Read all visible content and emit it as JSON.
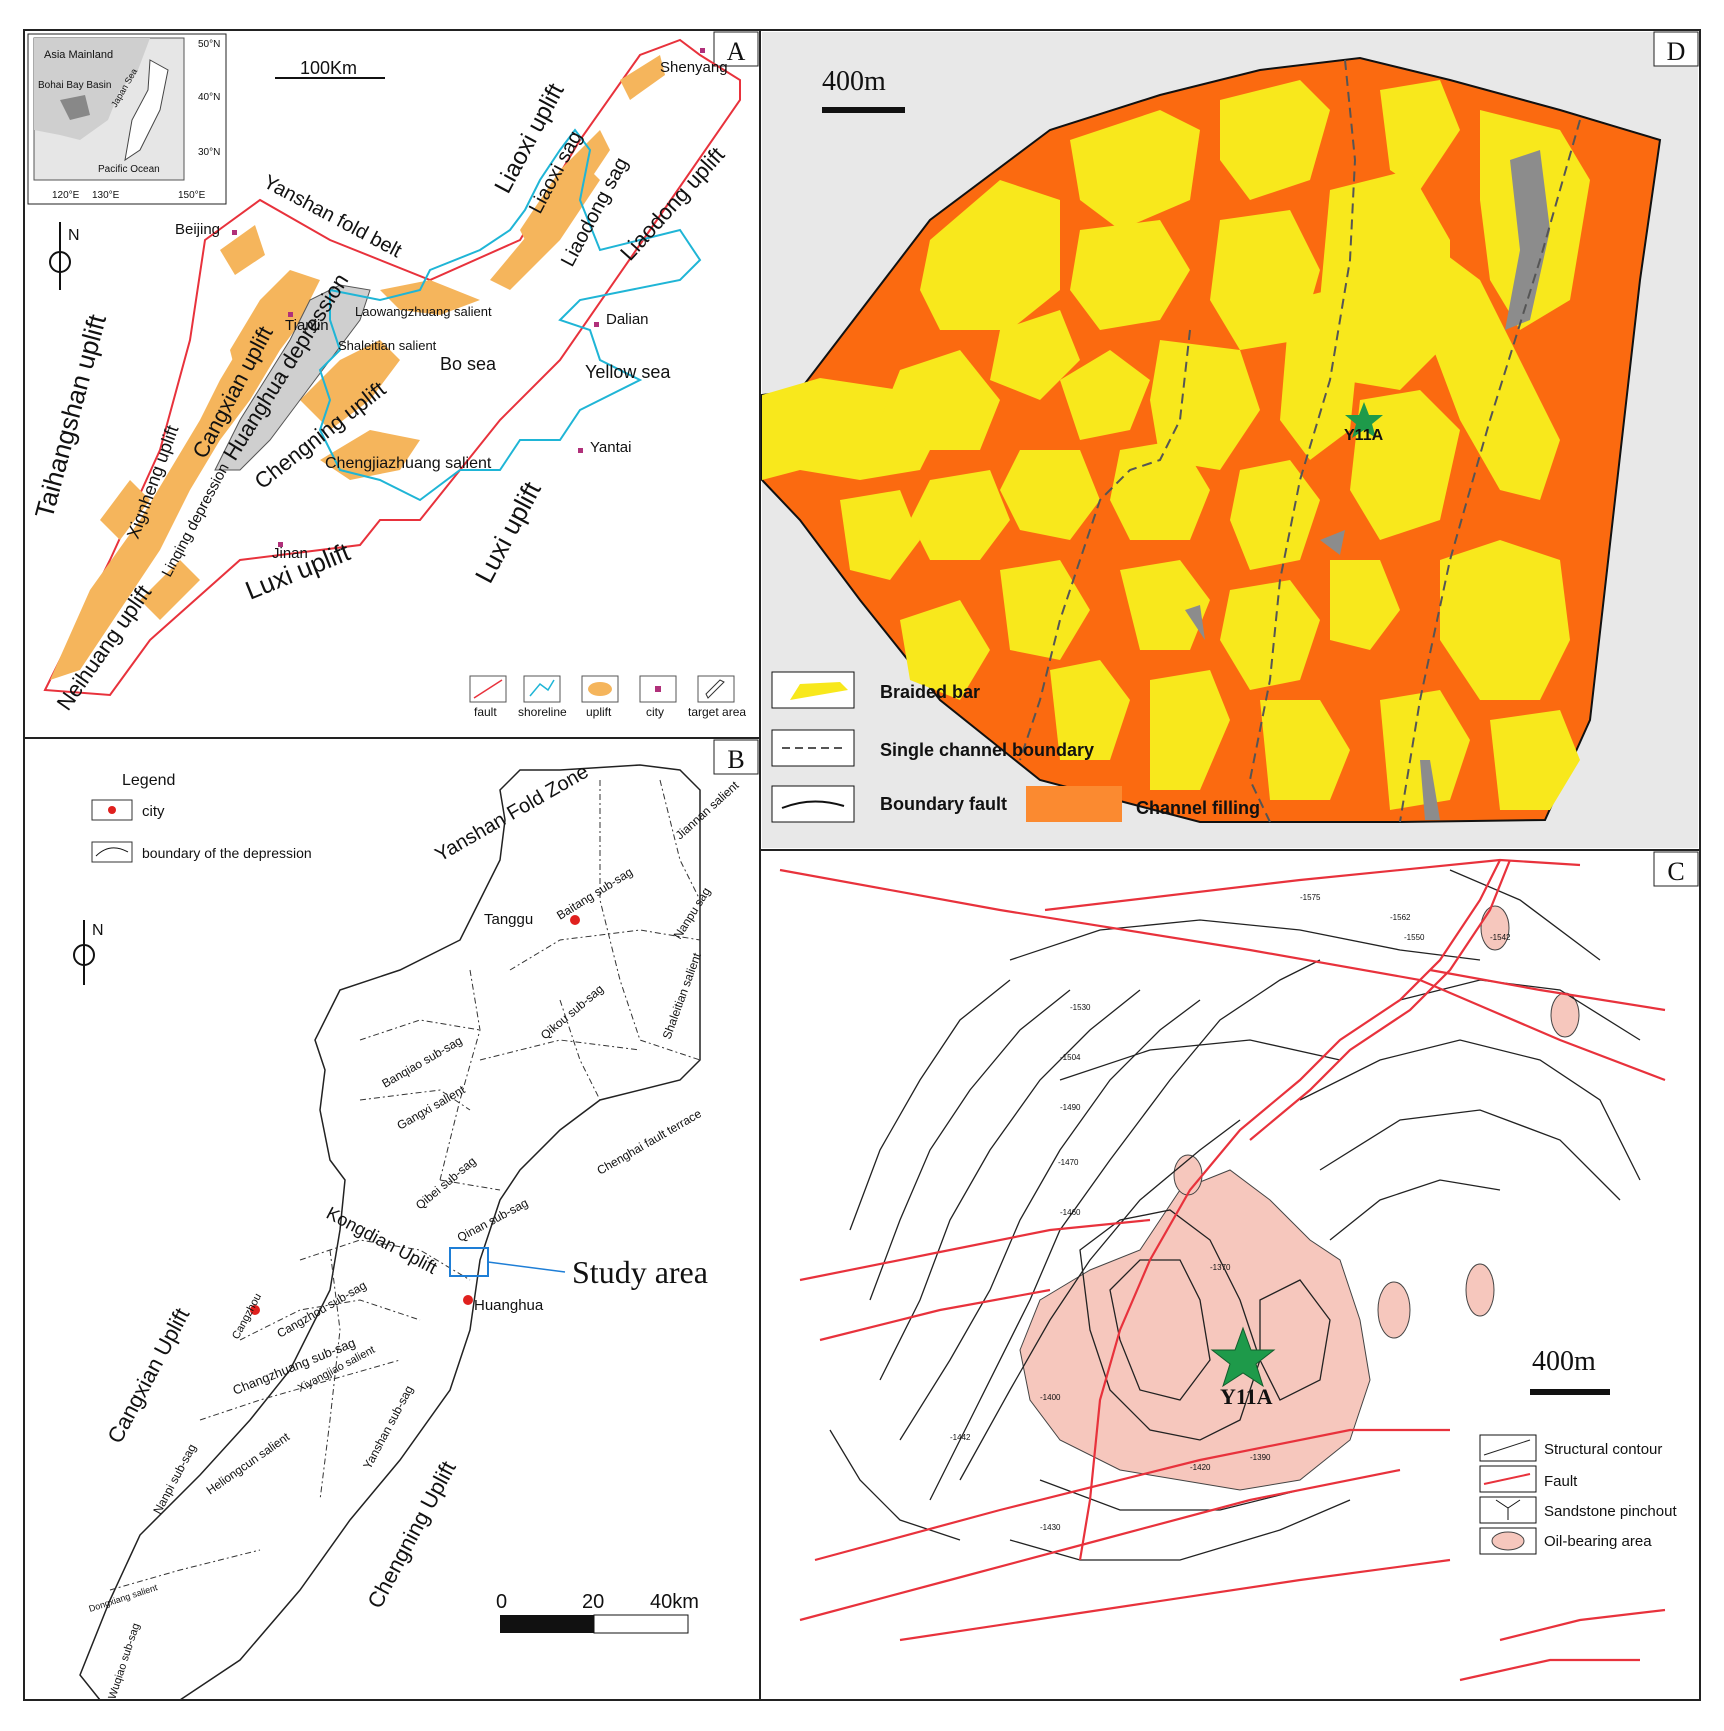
{
  "panel_a": {
    "letter": "A",
    "scale_label": "100Km",
    "inset": {
      "asia": "Asia Mainland",
      "bohai": "Bohai Bay Basin",
      "japan_sea": "Japan Sea",
      "pacific": "Pacific Ocean",
      "lat": [
        "50°N",
        "40°N",
        "30°N"
      ],
      "lon": [
        "120°E",
        "130°E",
        "150°E"
      ]
    },
    "north": "N",
    "regions": [
      "Liaoxi uplift",
      "Liaoxi sag",
      "Liaodong sag",
      "Liaodong uplift",
      "Yanshan fold belt",
      "Taihangshan uplift",
      "Xignheng uplift",
      "Cangxian uplift",
      "Huanghua depression",
      "Chengning uplift",
      "Linqing depression",
      "Neihuang uplift",
      "Luxi uplift",
      "Luxi uplift",
      "Laowangzhuang salient",
      "Shaleitian salient",
      "Chengjiazhuang salient",
      "Bo sea",
      "Yellow sea"
    ],
    "cities": [
      "Shenyang",
      "Beijing",
      "Tianjin",
      "Dalian",
      "Yantai",
      "Jinan"
    ],
    "legend": [
      "fault",
      "shoreline",
      "uplift",
      "city",
      "target area"
    ],
    "colors": {
      "uplift": "#f5b55c",
      "fault": "#e8323c",
      "shoreline": "#1fb5d6",
      "city": "#b0307a",
      "depression": "#cfcfcf"
    }
  },
  "panel_b": {
    "letter": "B",
    "legend_title": "Legend",
    "legend_items": [
      "city",
      "boundary of the depression"
    ],
    "north": "N",
    "units": [
      "Yanshan Fold Zone",
      "Baitang sub-sag",
      "Jiannan salient",
      "Nanpu sag",
      "Shaleitian salient",
      "Banqiao sub-sag",
      "Qikou sub-sag",
      "Gangxi salient",
      "Chenghai fault terrace",
      "Qibei sub-sag",
      "Qinan sub-sag",
      "Kongdian Uplift",
      "Cangzhou sub-sag",
      "Changzhuang sub-sag",
      "Xiyangjiao salient",
      "Cangxian Uplift",
      "Nanpi sub-sag",
      "Yanshan sub-sag",
      "Heliongcun salient",
      "Chengning Uplift",
      "Dongxiang salient",
      "Wuqiao sub-sag"
    ],
    "cities": [
      "Tanggu",
      "Huanghua",
      "Cangzhou"
    ],
    "study_area": "Study area",
    "scale": [
      "0",
      "20",
      "40km"
    ],
    "colors": {
      "city": "#e0201e",
      "study_box": "#1e7ed6"
    }
  },
  "panel_c": {
    "letter": "C",
    "well": "Y11A",
    "scale_label": "400m",
    "legend": [
      "Structural contour",
      "Fault",
      "Sandstone pinchout",
      "Oil-bearing area"
    ],
    "contours": [
      "-1575",
      "-1562",
      "-1550",
      "-1542",
      "-1530",
      "-1504",
      "-1490",
      "-1470",
      "-1460",
      "-1442",
      "-1430",
      "-1420",
      "-1400",
      "-1390",
      "-1370"
    ],
    "colors": {
      "oil": "#f6c7bd",
      "fault": "#e8323c",
      "star": "#1e9a4a"
    }
  },
  "panel_d": {
    "letter": "D",
    "well": "Y11A",
    "scale_label": "400m",
    "legend": [
      "Braided bar",
      "Single channel boundary",
      "Boundary fault",
      "Channel filling"
    ],
    "colors": {
      "bar": "#f8e81c",
      "channel": "#fb6a10",
      "mud": "#8c8c8c",
      "bg": "#e8e8e8",
      "star": "#1e9a4a"
    }
  }
}
